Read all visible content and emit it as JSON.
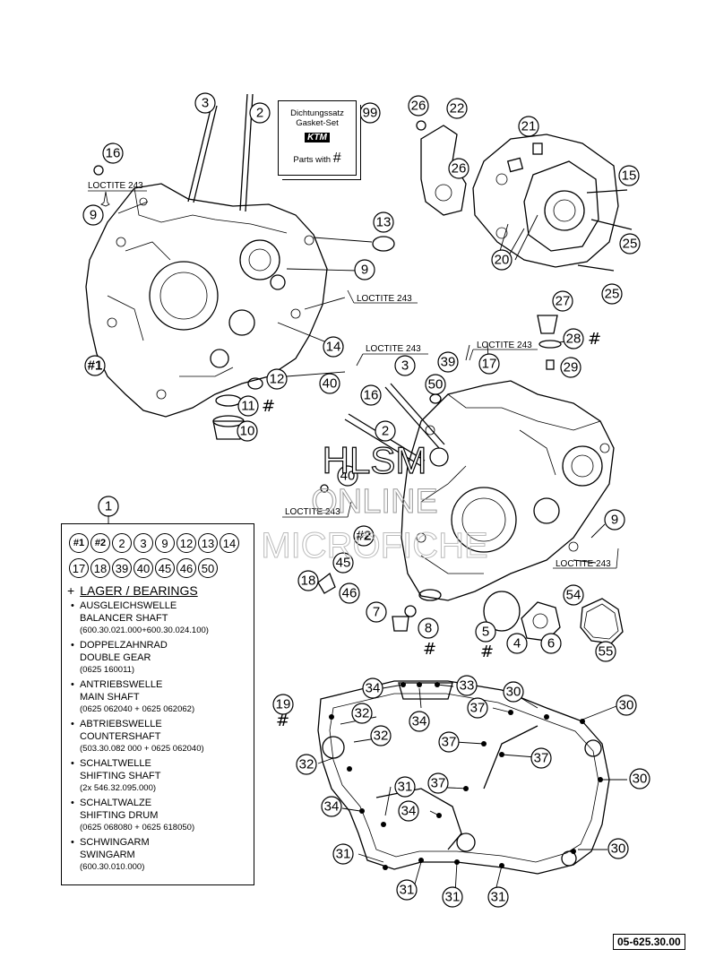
{
  "callouts": [
    {
      "label": "3"
    },
    {
      "label": "2"
    },
    {
      "label": "16"
    },
    {
      "label": "9"
    },
    {
      "label": "13"
    },
    {
      "label": "9"
    },
    {
      "label": "14"
    },
    {
      "label": "12"
    },
    {
      "label": "11"
    },
    {
      "label": "10"
    },
    {
      "label": "#1"
    },
    {
      "label": "40"
    },
    {
      "label": "99"
    },
    {
      "label": "26"
    },
    {
      "label": "22"
    },
    {
      "label": "21"
    },
    {
      "label": "26"
    },
    {
      "label": "15"
    },
    {
      "label": "25"
    },
    {
      "label": "20"
    },
    {
      "label": "25"
    },
    {
      "label": "27"
    },
    {
      "label": "28"
    },
    {
      "label": "29"
    },
    {
      "label": "3"
    },
    {
      "label": "39"
    },
    {
      "label": "17"
    },
    {
      "label": "50"
    },
    {
      "label": "16"
    },
    {
      "label": "2"
    },
    {
      "label": "40"
    },
    {
      "label": "9"
    },
    {
      "label": "#2"
    },
    {
      "label": "45"
    },
    {
      "label": "18"
    },
    {
      "label": "46"
    },
    {
      "label": "7"
    },
    {
      "label": "8"
    },
    {
      "label": "5"
    },
    {
      "label": "4"
    },
    {
      "label": "6"
    },
    {
      "label": "54"
    },
    {
      "label": "55"
    },
    {
      "label": "1"
    },
    {
      "label": "19"
    },
    {
      "label": "34"
    },
    {
      "label": "33"
    },
    {
      "label": "34"
    },
    {
      "label": "32"
    },
    {
      "label": "32"
    },
    {
      "label": "32"
    },
    {
      "label": "30"
    },
    {
      "label": "37"
    },
    {
      "label": "37"
    },
    {
      "label": "37"
    },
    {
      "label": "30"
    },
    {
      "label": "31"
    },
    {
      "label": "37"
    },
    {
      "label": "34"
    },
    {
      "label": "34"
    },
    {
      "label": "30"
    },
    {
      "label": "31"
    },
    {
      "label": "30"
    },
    {
      "label": "31"
    },
    {
      "label": "31"
    },
    {
      "label": "31"
    }
  ],
  "loctite_labels": [
    {
      "text": "LOCTITE 243"
    },
    {
      "text": "LOCTITE 243"
    },
    {
      "text": "LOCTITE 243"
    },
    {
      "text": "LOCTITE 243"
    },
    {
      "text": "LOCTITE 243"
    },
    {
      "text": "LOCTITE 243"
    }
  ],
  "hash_marks": [
    "#",
    "#",
    "#",
    "#",
    "#"
  ],
  "gasket_box": {
    "line1": "Dichtungssatz",
    "line2": "Gasket-Set",
    "brand": "KTM",
    "parts": "Parts with",
    "hash": "#"
  },
  "legend": {
    "row1": [
      "#1",
      "#2",
      "2",
      "3",
      "9",
      "12",
      "13",
      "14"
    ],
    "row2": [
      "17",
      "18",
      "39",
      "40",
      "45",
      "46",
      "50"
    ],
    "plus": "+",
    "header": "LAGER / BEARINGS",
    "bearings": [
      {
        "de": "AUSGLEICHSWELLE",
        "en": "BALANCER SHAFT",
        "pn": "(600.30.021.000+600.30.024.100)"
      },
      {
        "de": "DOPPELZAHNRAD",
        "en": "DOUBLE GEAR",
        "pn": "(0625 160011)"
      },
      {
        "de": "ANTRIEBSWELLE",
        "en": "MAIN SHAFT",
        "pn": "(0625 062040 + 0625 062062)"
      },
      {
        "de": "ABTRIEBSWELLE",
        "en": "COUNTERSHAFT",
        "pn": "(503.30.082 000 + 0625 062040)"
      },
      {
        "de": "SCHALTWELLE",
        "en": "SHIFTING SHAFT",
        "pn": "(2x 546.32.095.000)"
      },
      {
        "de": "SCHALTWALZE",
        "en": "SHIFTING DRUM",
        "pn": "(0625 068080 + 0625 618050)"
      },
      {
        "de": "SCHWINGARM",
        "en": "SWINGARM",
        "pn": "(600.30.010.000)"
      }
    ]
  },
  "watermark": {
    "l1": "HLSM",
    "l2": "ONLINE",
    "l3": "MICROFICHE"
  },
  "part_code": "05-625.30.00"
}
